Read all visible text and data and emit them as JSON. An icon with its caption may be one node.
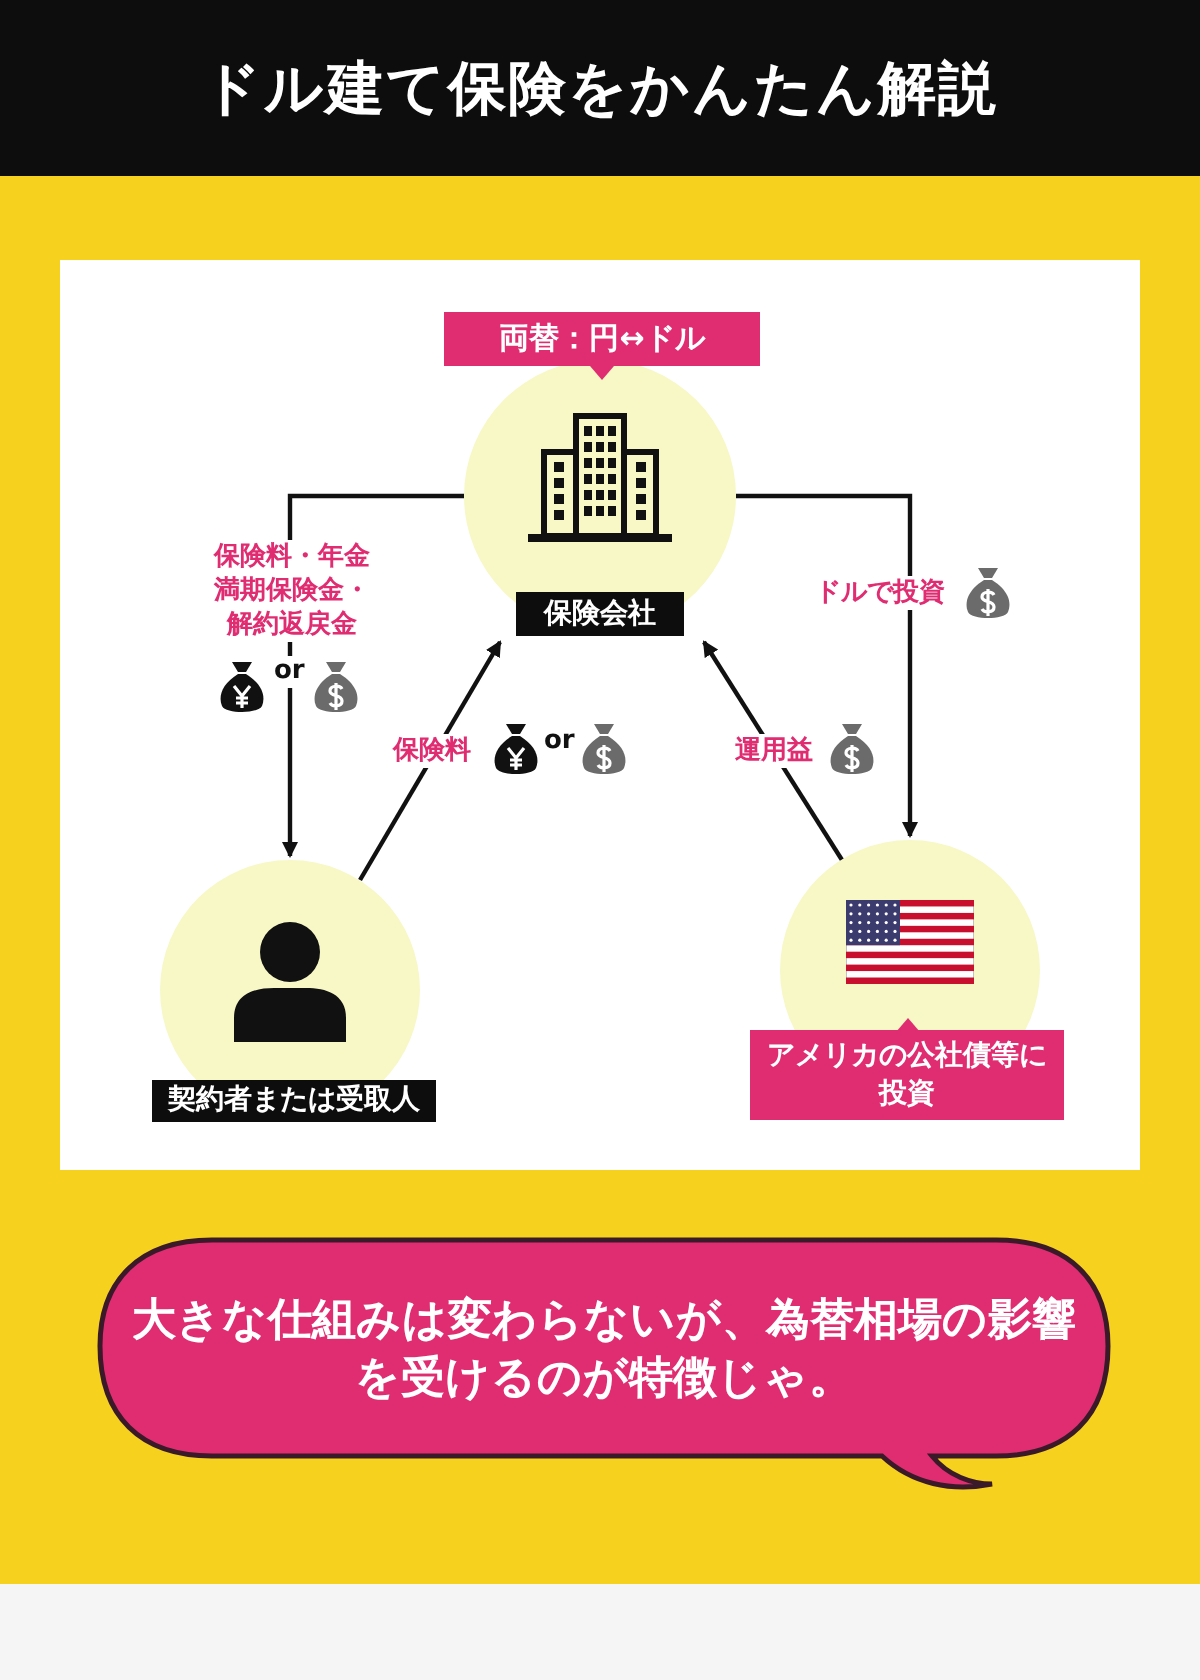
{
  "diagram": {
    "title": "ドル建て保険をかんたん解説",
    "nodes": [
      {
        "text": [
          "保険会社"
        ],
        "beside": [
          "両替：円↔ドル"
        ]
      },
      {
        "text": [
          "契約者または受取人"
        ]
      },
      {
        "text": [
          "アメリカの公社債等に投資"
        ]
      },
      {
        "text": [
          "大きな仕組みは変わらないが、為替相場の影響を受けるのが特徴じゃ。"
        ]
      }
    ],
    "edges": [
      {
        "from": 0,
        "to": 1,
        "arrow": "to",
        "label": "保険料・年金満期保険金・解約返戻金"
      },
      {
        "from": 1,
        "to": 0,
        "arrow": "to",
        "label": "保険料"
      },
      {
        "from": 0,
        "to": 2,
        "arrow": "to",
        "label": "ドルで投資"
      },
      {
        "from": 2,
        "to": 0,
        "arrow": "to",
        "label": "運用益"
      }
    ],
    "labels": [
      "or",
      "or"
    ]
  }
}
